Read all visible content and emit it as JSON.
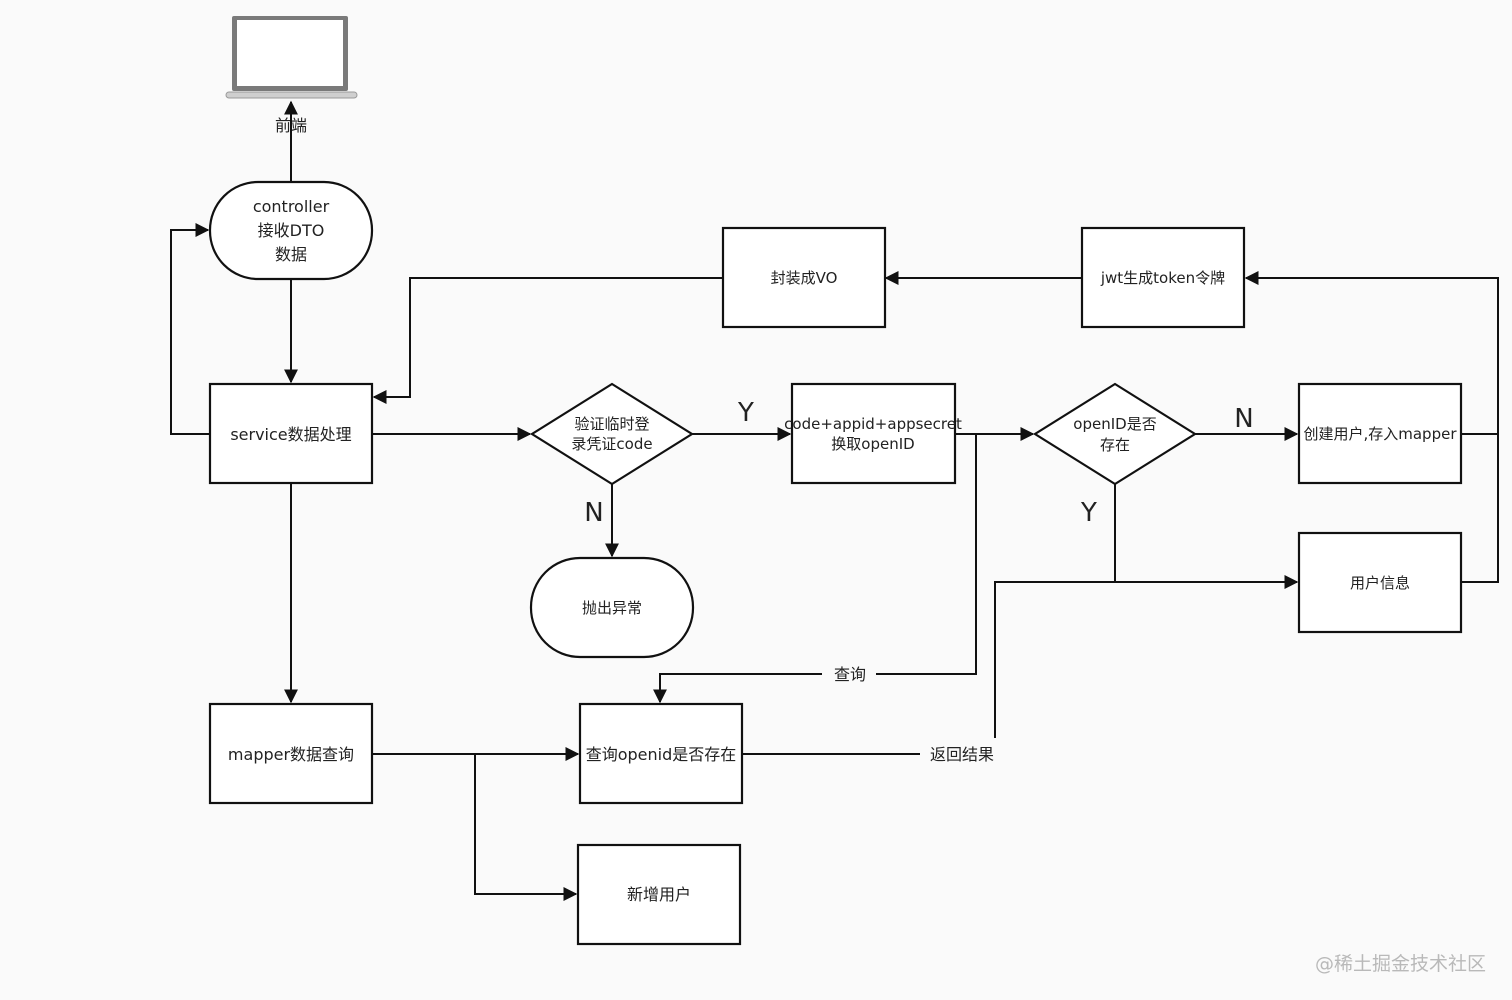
{
  "nodes": {
    "frontend_label": "前端",
    "controller": [
      "controller",
      "接收DTO",
      "数据"
    ],
    "service": "service数据处理",
    "mapper": "mapper数据查询",
    "verify_code": [
      "验证临时登",
      "录凭证code"
    ],
    "exchange_openid": [
      "code+appid+appsecret",
      "换取openID"
    ],
    "openid_exists": [
      "openID是否",
      "存在"
    ],
    "create_user": "创建用户,存入mapper",
    "user_info": "用户信息",
    "throw_exception": "抛出异常",
    "query_openid": "查询openid是否存在",
    "add_user": "新增用户",
    "wrap_vo": "封装成VO",
    "jwt_token": "jwt生成token令牌"
  },
  "edge_labels": {
    "verify_yes": "Y",
    "verify_no": "N",
    "openid_no": "N",
    "openid_yes": "Y",
    "query": "查询",
    "return_result": "返回结果"
  },
  "icons": {
    "frontend": "laptop-icon"
  },
  "watermark": "@稀土掘金技术社区"
}
